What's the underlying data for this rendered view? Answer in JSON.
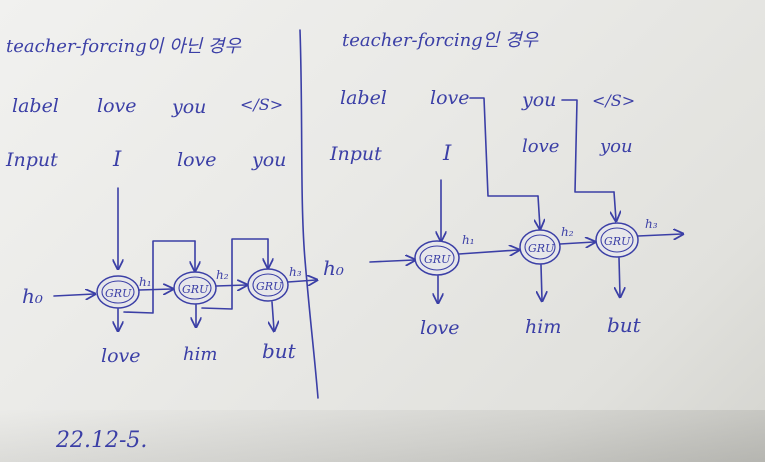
{
  "left": {
    "title": "teacher-forcing이 아닌 경우",
    "label_row": {
      "header": "label",
      "tokens": [
        "love",
        "you",
        "</S>"
      ]
    },
    "input_row": {
      "header": "Input",
      "tokens": [
        "I",
        "love",
        "you"
      ]
    },
    "initial_state": "h₀",
    "cells": [
      "GRU",
      "GRU",
      "GRU"
    ],
    "hidden_states": [
      "h₁",
      "h₂",
      "h₃"
    ],
    "outputs": [
      "love",
      "him",
      "but"
    ]
  },
  "right": {
    "title": "teacher-forcing인 경우",
    "label_row": {
      "header": "label",
      "tokens": [
        "love",
        "you",
        "</S>"
      ]
    },
    "input_row": {
      "header": "Input",
      "tokens": [
        "I",
        "love",
        "you"
      ]
    },
    "initial_state": "h₀",
    "cells": [
      "GRU",
      "GRU",
      "GRU"
    ],
    "hidden_states": [
      "h₁",
      "h₂",
      "h₃"
    ],
    "outputs": [
      "love",
      "him",
      "but"
    ]
  },
  "date": "22.12-5.",
  "colors": {
    "ink": "#3b3fa6",
    "paper": "#ececea"
  }
}
